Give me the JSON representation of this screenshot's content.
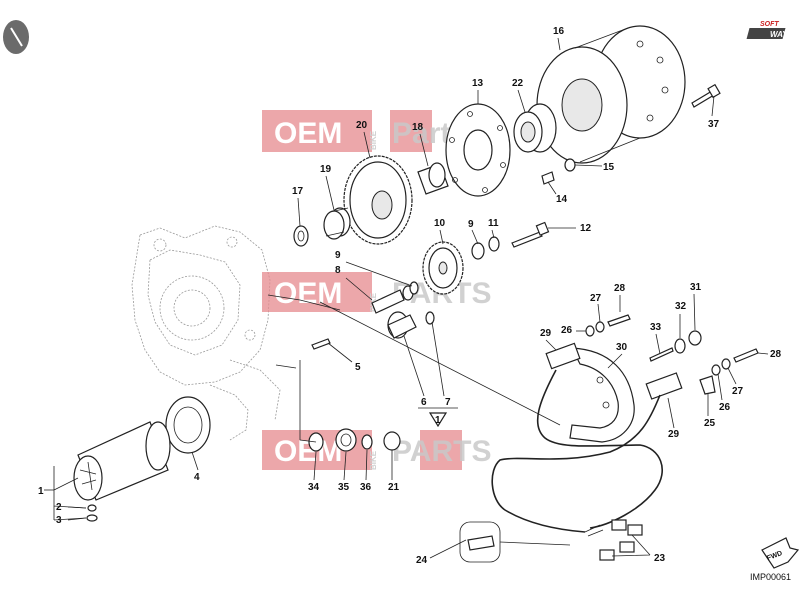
{
  "brand": {
    "soft": "SOFT",
    "way": "WAY"
  },
  "watermark": {
    "oem": "OEM",
    "bike": "BIKE",
    "parts": "Parts",
    "parts_caps": "PARTS"
  },
  "drawing_id": "IMP00061",
  "fwd_label": "FWD",
  "kit_marker": "1",
  "callouts": [
    "1",
    "2",
    "3",
    "4",
    "5",
    "6",
    "7",
    "8",
    "9",
    "10",
    "11",
    "12",
    "13",
    "14",
    "15",
    "16",
    "17",
    "18",
    "19",
    "20",
    "21",
    "22",
    "23",
    "24",
    "25",
    "26",
    "27",
    "28",
    "29",
    "30",
    "31",
    "32",
    "33",
    "34",
    "35",
    "36",
    "37"
  ]
}
